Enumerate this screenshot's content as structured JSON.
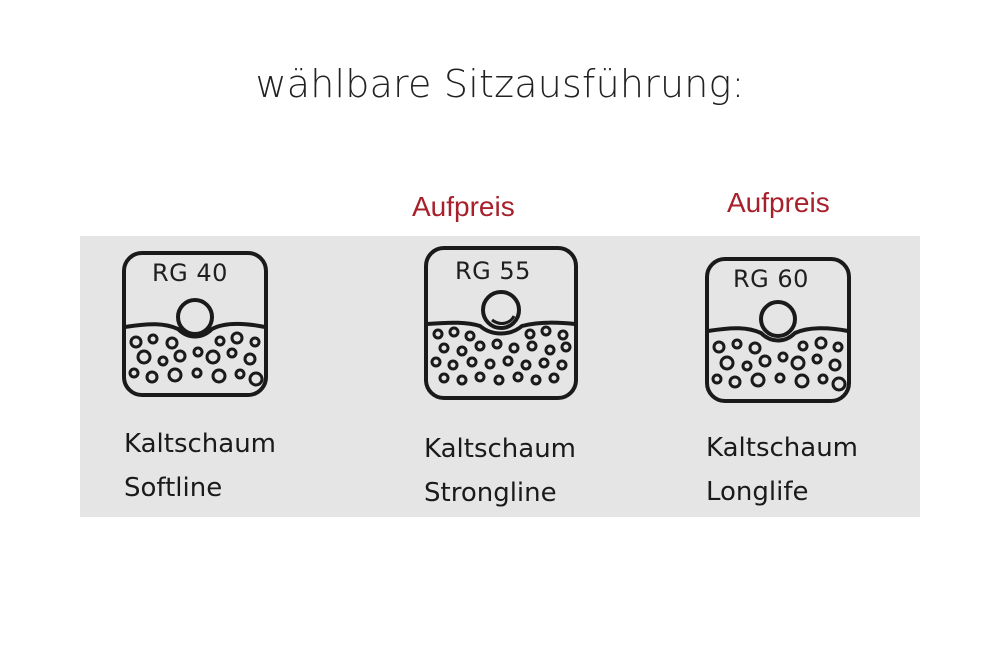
{
  "heading": "wählbare Sitzausführung:",
  "accent_color": "#a7202b",
  "options": [
    {
      "code": "RG 40",
      "line1": "Kaltschaum",
      "line2": "Softline",
      "surcharge": "",
      "icon": "foam-density-icon"
    },
    {
      "code": "RG 55",
      "line1": "Kaltschaum",
      "line2": "Strongline",
      "surcharge": "Aufpreis",
      "icon": "foam-density-icon"
    },
    {
      "code": "RG 60",
      "line1": "Kaltschaum",
      "line2": "Longlife",
      "surcharge": "Aufpreis",
      "icon": "foam-density-icon"
    }
  ]
}
